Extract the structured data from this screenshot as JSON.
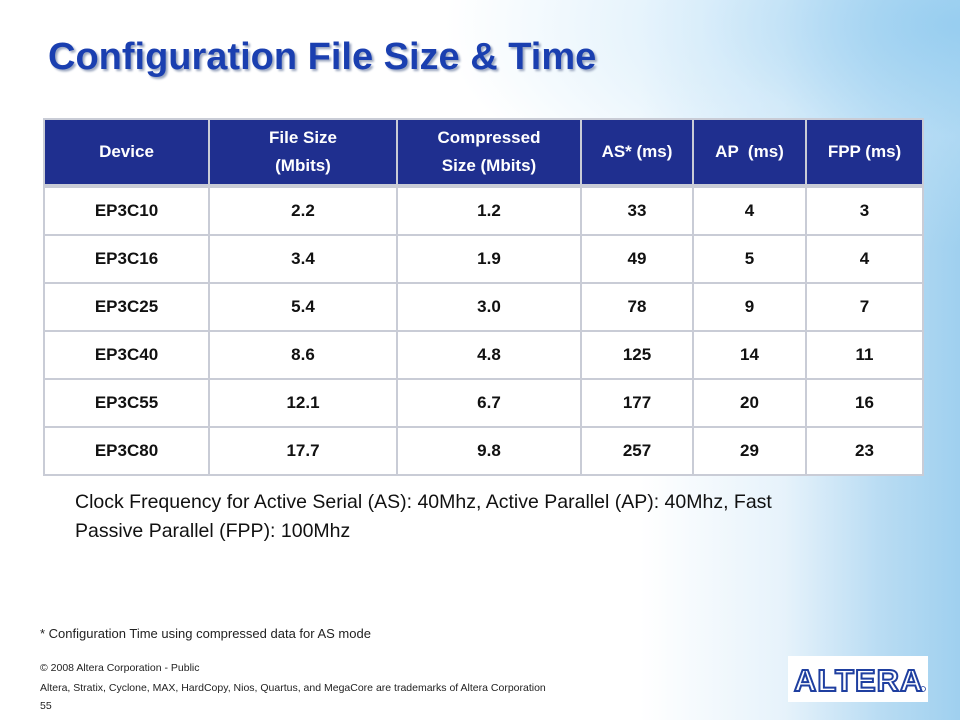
{
  "slide": {
    "title": "Configuration File Size & Time"
  },
  "table": {
    "headers": [
      [
        "Device"
      ],
      [
        "File Size",
        "(Mbits)"
      ],
      [
        "Compressed",
        "Size (Mbits)"
      ],
      [
        "AS* (ms)"
      ],
      [
        "AP  (ms)"
      ],
      [
        "FPP (ms)"
      ]
    ],
    "rows": [
      [
        "EP3C10",
        "2.2",
        "1.2",
        "33",
        "4",
        "3"
      ],
      [
        "EP3C16",
        "3.4",
        "1.9",
        "49",
        "5",
        "4"
      ],
      [
        "EP3C25",
        "5.4",
        "3.0",
        "78",
        "9",
        "7"
      ],
      [
        "EP3C40",
        "8.6",
        "4.8",
        "125",
        "14",
        "11"
      ],
      [
        "EP3C55",
        "12.1",
        "6.7",
        "177",
        "20",
        "16"
      ],
      [
        "EP3C80",
        "17.7",
        "9.8",
        "257",
        "29",
        "23"
      ]
    ]
  },
  "note": {
    "text": "Clock Frequency for Active Serial (AS): 40Mhz, Active Parallel (AP): 40Mhz, Fast Passive Parallel (FPP): 100Mhz"
  },
  "footnote": {
    "text": "* Configuration Time using compressed data for AS mode"
  },
  "footer": {
    "copyright": "© 2008 Altera Corporation - Public",
    "trademarks": "Altera, Stratix, Cyclone, MAX, HardCopy, Nios, Quartus, and MegaCore are trademarks of Altera Corporation",
    "page_number": "55"
  },
  "logo": {
    "text": "ALTERA",
    "icon": "altera-logo-icon",
    "color": "#1f3fa0"
  },
  "colors": {
    "title": "#1a3fb0",
    "header_bg": "#1f2f8f",
    "grid": "#c9ccd6"
  }
}
